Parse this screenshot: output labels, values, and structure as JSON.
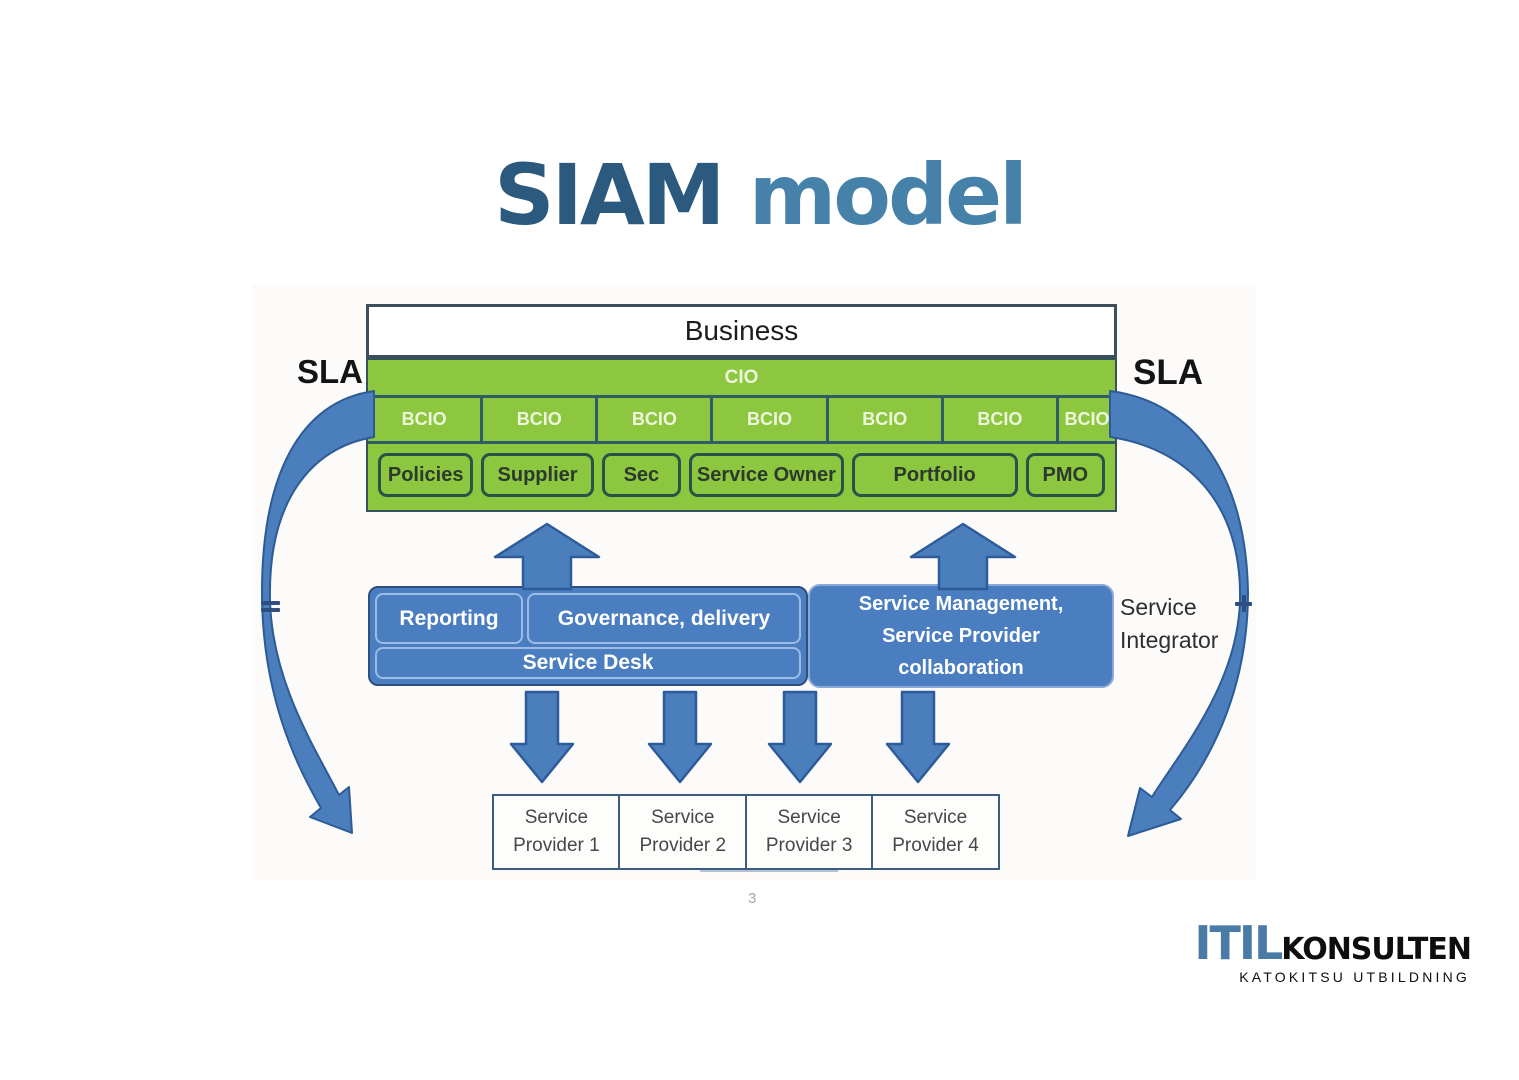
{
  "title": {
    "word1": "SIAM",
    "word2": " model"
  },
  "sla": {
    "left": "SLA",
    "right": "SLA"
  },
  "top_block": {
    "business": "Business",
    "cio": "CIO",
    "bcio": [
      "BCIO",
      "BCIO",
      "BCIO",
      "BCIO",
      "BCIO",
      "BCIO",
      "BCIO"
    ],
    "functions": [
      "Policies",
      "Supplier",
      "Sec",
      "Service Owner",
      "Portfolio",
      "PMO"
    ]
  },
  "integrator_block": {
    "reporting": "Reporting",
    "governance": "Governance, delivery",
    "service_desk": "Service Desk",
    "service_mgmt_lines": [
      "Service Management,",
      "Service Provider",
      "collaboration"
    ],
    "side_label_lines": [
      "Service",
      "Integrator"
    ]
  },
  "providers": [
    {
      "line1": "Service",
      "line2": "Provider 1"
    },
    {
      "line1": "Service",
      "line2": "Provider 2"
    },
    {
      "line1": "Service",
      "line2": "Provider 3"
    },
    {
      "line1": "Service",
      "line2": "Provider 4"
    }
  ],
  "page_number": "3",
  "logo": {
    "itil": "ITIL",
    "name": "KONSULTEN",
    "tagline": "KATOKITSU UTBILDNING"
  },
  "colors": {
    "green": "#8dc63f",
    "green_border": "#2f5d66",
    "blue": "#4a7ec0",
    "blue_dark_border": "#2d5b96",
    "blue_light_border": "#9dbce4",
    "title_dark": "#2b5a7e",
    "title_light": "#4581a8",
    "logo_blue": "#4a7ba6"
  }
}
